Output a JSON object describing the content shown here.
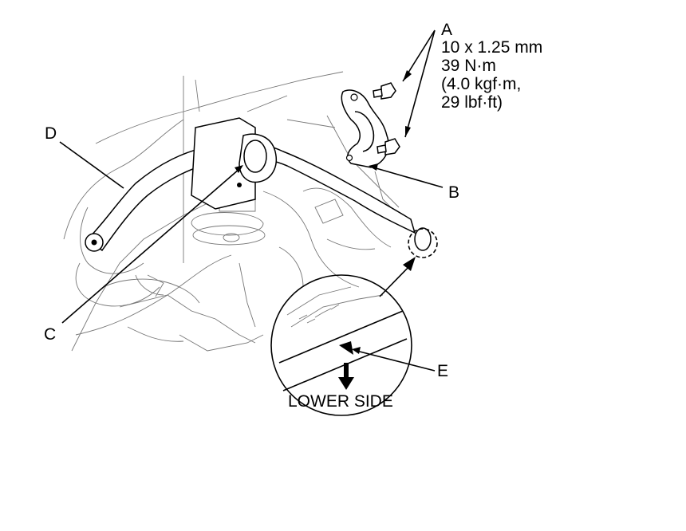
{
  "callouts": {
    "a": {
      "letter": "A",
      "spec_size": "10 x 1.25 mm",
      "spec_torque_nm": "39 N·m",
      "spec_torque_kgf": "(4.0 kgf·m,",
      "spec_torque_lbf": "29 lbf·ft)"
    },
    "b": {
      "letter": "B"
    },
    "c": {
      "letter": "C"
    },
    "d": {
      "letter": "D"
    },
    "e": {
      "letter": "E"
    }
  },
  "detail": {
    "lower_side_label": "LOWER SIDE"
  }
}
